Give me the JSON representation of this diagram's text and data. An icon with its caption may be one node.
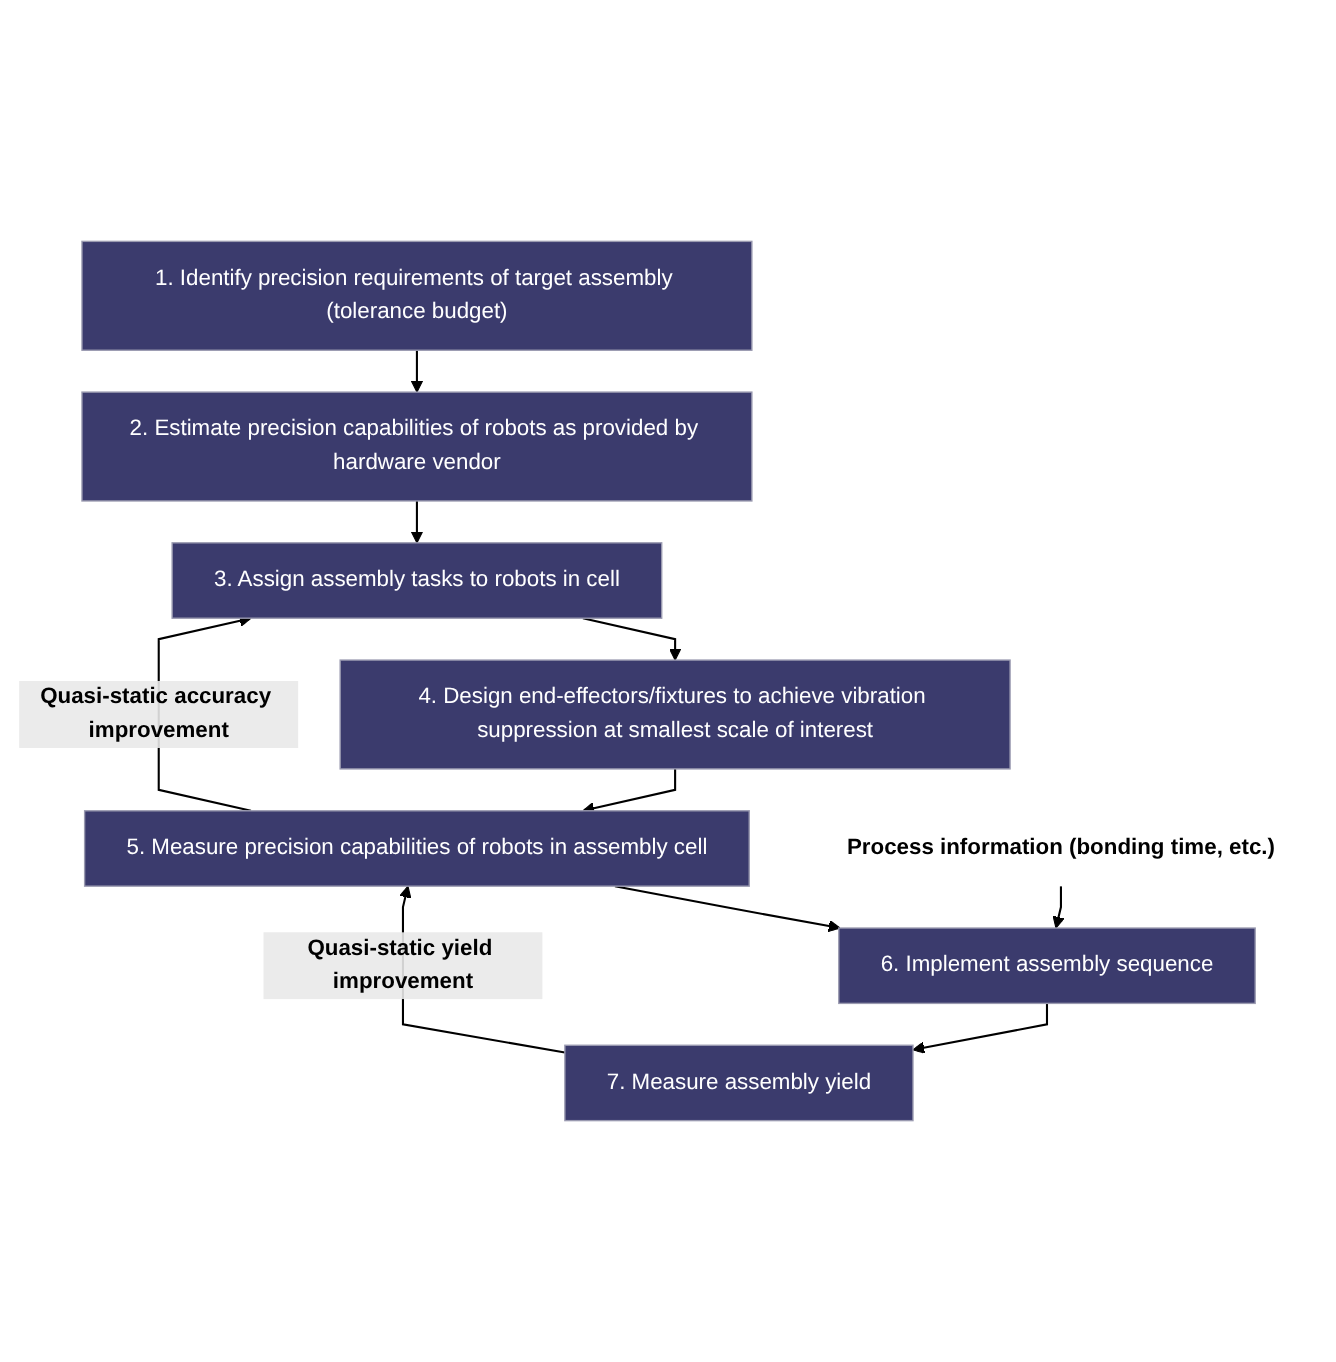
{
  "diagram": {
    "nodes": [
      {
        "text": [
          "1. Identify precision requirements of target assembly (tolerance budget)"
        ]
      },
      {
        "text": [
          "2. Estimate precision capabilities of robots as provided by hardware vendor"
        ]
      },
      {
        "text": [
          "3. Assign assembly tasks to robots in cell"
        ]
      },
      {
        "text": [
          "4. Design end-effectors/fixtures to achieve vibration suppression at smallest scale of interest"
        ]
      },
      {
        "text": [
          "5. Measure precision capabilities of robots in assembly cell"
        ]
      },
      {
        "text": [
          "6. Implement assembly sequence"
        ]
      },
      {
        "text": [
          "7. Measure assembly yield"
        ]
      },
      {
        "text": [
          "Process information (bonding time, etc.)"
        ]
      }
    ],
    "edges": [
      {
        "from": 0,
        "to": 1,
        "arrow": "to"
      },
      {
        "from": 1,
        "to": 2,
        "arrow": "to"
      },
      {
        "from": 2,
        "to": 3,
        "arrow": "to"
      },
      {
        "from": 3,
        "to": 4,
        "arrow": "to"
      },
      {
        "from": 4,
        "to": 5,
        "arrow": "to"
      },
      {
        "from": 5,
        "to": 6,
        "arrow": "to"
      },
      {
        "from": 4,
        "to": 2,
        "arrow": "to",
        "label": "Quasi-static accuracy improvement"
      },
      {
        "from": 6,
        "to": 4,
        "arrow": "to",
        "label": "Quasi-static yield improvement"
      },
      {
        "from": 7,
        "to": 5,
        "arrow": "to"
      }
    ]
  }
}
